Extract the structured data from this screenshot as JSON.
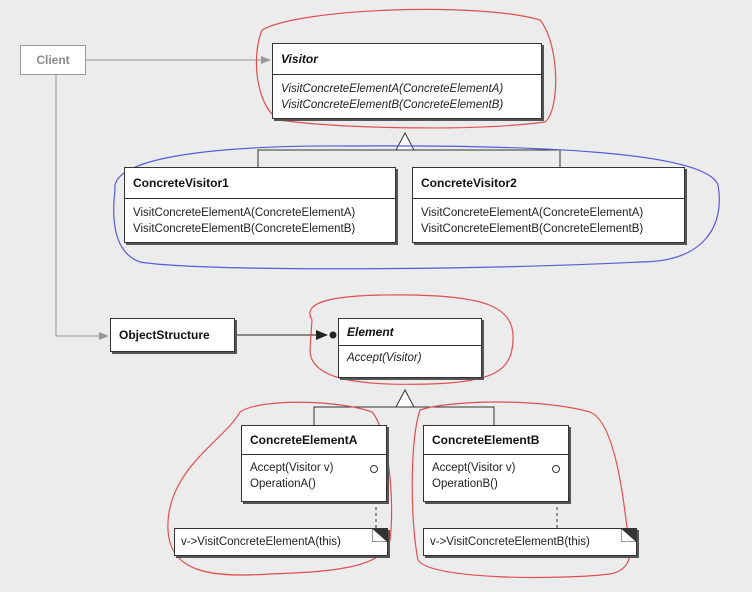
{
  "client": {
    "label": "Client"
  },
  "visitor": {
    "name": "Visitor",
    "ops": [
      "VisitConcreteElementA(ConcreteElementA)",
      "VisitConcreteElementB(ConcreteElementB)"
    ]
  },
  "concrete_visitor1": {
    "name": "ConcreteVisitor1",
    "ops": [
      "VisitConcreteElementA(ConcreteElementA)",
      "VisitConcreteElementB(ConcreteElementB)"
    ]
  },
  "concrete_visitor2": {
    "name": "ConcreteVisitor2",
    "ops": [
      "VisitConcreteElementA(ConcreteElementA)",
      "VisitConcreteElementB(ConcreteElementB)"
    ]
  },
  "object_structure": {
    "name": "ObjectStructure"
  },
  "element": {
    "name": "Element",
    "ops": [
      "Accept(Visitor)"
    ]
  },
  "concrete_element_a": {
    "name": "ConcreteElementA",
    "ops": [
      "Accept(Visitor v)",
      "OperationA()"
    ]
  },
  "concrete_element_b": {
    "name": "ConcreteElementB",
    "ops": [
      "Accept(Visitor v)",
      "OperationB()"
    ]
  },
  "note_a": {
    "text": "v->VisitConcreteElementA(this)"
  },
  "note_b": {
    "text": "v->VisitConcreteElementB(this)"
  },
  "colors": {
    "line": "#333333",
    "client_line": "#999999",
    "annotation_red": "#e05050",
    "annotation_blue": "#5a5ad8",
    "box_fill": "#ffffff",
    "background": "#ececec"
  }
}
